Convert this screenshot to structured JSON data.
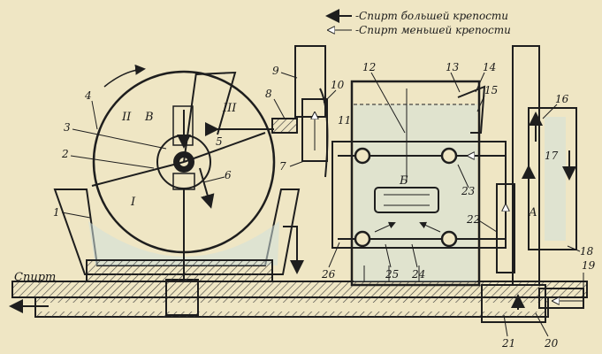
{
  "legend": {
    "strong": "-Спирт большей крепости",
    "weak": "-Спирт меньшей крепости"
  },
  "outlet_label": "Спирт",
  "zones": {
    "I": "I",
    "II": "II",
    "B": "В",
    "III": "III",
    "A": "А",
    "Б": "Б"
  },
  "callouts": [
    "1",
    "2",
    "3",
    "4",
    "5",
    "6",
    "7",
    "8",
    "9",
    "10",
    "11",
    "12",
    "13",
    "14",
    "15",
    "16",
    "17",
    "18",
    "19",
    "20",
    "21",
    "22",
    "23",
    "24",
    "25",
    "26"
  ],
  "colors": {
    "paper": "#efe6c4",
    "ink": "#1e1e1e",
    "liquid": "#cfe0dc",
    "hatch": "#3a3a3a"
  }
}
